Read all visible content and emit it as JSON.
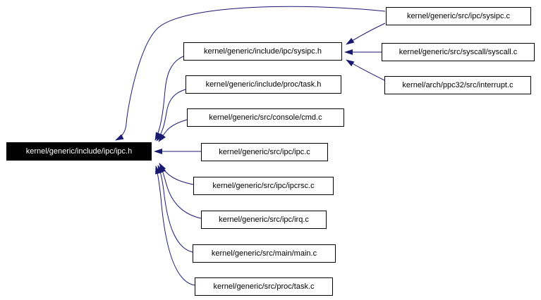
{
  "diagram": {
    "type": "include-dependency-graph",
    "colors": {
      "edge": "#191970",
      "node_border": "#000000",
      "node_fill": "#ffffff",
      "highlight_fill": "#000000",
      "highlight_text": "#ffffff"
    },
    "nodes": {
      "ipc_h": {
        "label": "kernel/generic/include/ipc/ipc.h",
        "highlighted": true
      },
      "sysipc_h": {
        "label": "kernel/generic/include/ipc/sysipc.h"
      },
      "task_h": {
        "label": "kernel/generic/include/proc/task.h"
      },
      "cmd_c": {
        "label": "kernel/generic/src/console/cmd.c"
      },
      "ipc_c": {
        "label": "kernel/generic/src/ipc/ipc.c"
      },
      "ipcrsc_c": {
        "label": "kernel/generic/src/ipc/ipcrsc.c"
      },
      "irq_c": {
        "label": "kernel/generic/src/ipc/irq.c"
      },
      "main_c": {
        "label": "kernel/generic/src/main/main.c"
      },
      "task_c": {
        "label": "kernel/generic/src/proc/task.c"
      },
      "sysipc_c": {
        "label": "kernel/generic/src/ipc/sysipc.c"
      },
      "syscall_c": {
        "label": "kernel/generic/src/syscall/syscall.c"
      },
      "interrupt_c": {
        "label": "kernel/arch/ppc32/src/interrupt.c"
      }
    },
    "edges": [
      {
        "from": "kernel/generic/src/ipc/sysipc.c",
        "to": "kernel/generic/include/ipc/ipc.h"
      },
      {
        "from": "kernel/generic/include/ipc/sysipc.h",
        "to": "kernel/generic/include/ipc/ipc.h"
      },
      {
        "from": "kernel/generic/include/proc/task.h",
        "to": "kernel/generic/include/ipc/ipc.h"
      },
      {
        "from": "kernel/generic/src/console/cmd.c",
        "to": "kernel/generic/include/ipc/ipc.h"
      },
      {
        "from": "kernel/generic/src/ipc/ipc.c",
        "to": "kernel/generic/include/ipc/ipc.h"
      },
      {
        "from": "kernel/generic/src/ipc/ipcrsc.c",
        "to": "kernel/generic/include/ipc/ipc.h"
      },
      {
        "from": "kernel/generic/src/ipc/irq.c",
        "to": "kernel/generic/include/ipc/ipc.h"
      },
      {
        "from": "kernel/generic/src/main/main.c",
        "to": "kernel/generic/include/ipc/ipc.h"
      },
      {
        "from": "kernel/generic/src/proc/task.c",
        "to": "kernel/generic/include/ipc/ipc.h"
      },
      {
        "from": "kernel/generic/src/ipc/sysipc.c",
        "to": "kernel/generic/include/ipc/sysipc.h"
      },
      {
        "from": "kernel/generic/src/syscall/syscall.c",
        "to": "kernel/generic/include/ipc/sysipc.h"
      },
      {
        "from": "kernel/arch/ppc32/src/interrupt.c",
        "to": "kernel/generic/include/ipc/sysipc.h"
      }
    ]
  }
}
